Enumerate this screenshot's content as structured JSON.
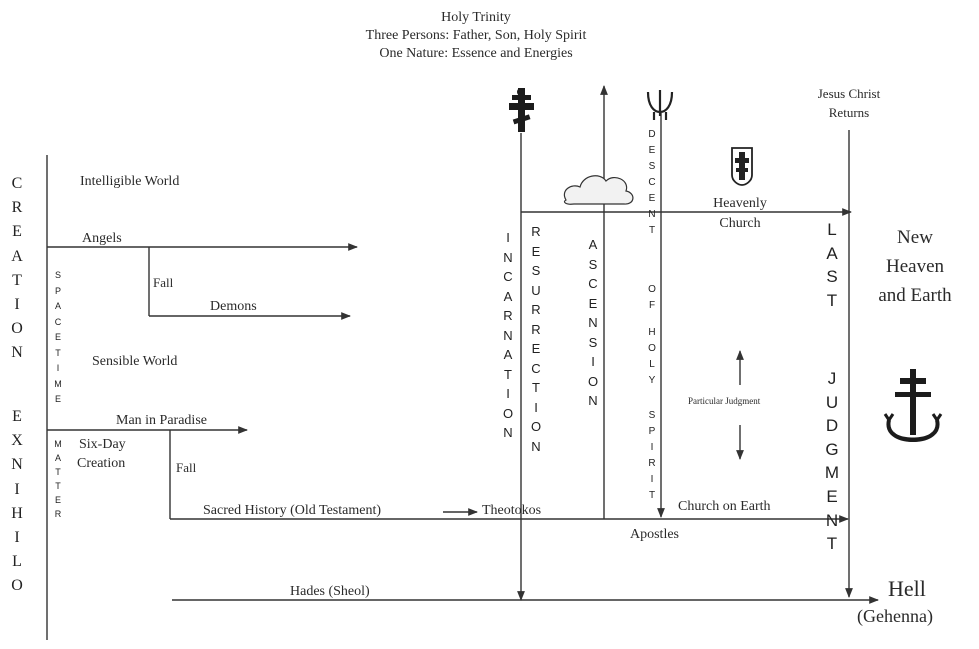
{
  "header": {
    "line1": "Holy Trinity",
    "line2": "Three Persons: Father, Son, Holy Spirit",
    "line3": "One Nature: Essence and Energies"
  },
  "labels": {
    "creation": "CREATION",
    "ex_nihilo": "EXNIHILO",
    "intelligible_world": "Intelligible World",
    "angels": "Angels",
    "fall_angels": "Fall",
    "demons": "Demons",
    "space_time": "SPACETIME",
    "matter": "MATTER",
    "sensible_world": "Sensible World",
    "man_in_paradise": "Man in Paradise",
    "six_day_creation_1": "Six-Day",
    "six_day_creation_2": "Creation",
    "fall_man": "Fall",
    "sacred_history": "Sacred History (Old Testament)",
    "theotokos": "Theotokos",
    "hades": "Hades (Sheol)",
    "incarnation": "INCARNATION",
    "resurrection": "RESURRECTION",
    "ascension": "ASCENSION",
    "descent_1": "DESCENT",
    "descent_2": "OF",
    "descent_3": "HOLY",
    "descent_4": "SPIRIT",
    "heavenly_church_1": "Heavenly",
    "heavenly_church_2": "Church",
    "church_on_earth": "Church on Earth",
    "apostles": "Apostles",
    "particular_judgment": "Particular Judgment",
    "christ_returns_1": "Jesus Christ",
    "christ_returns_2": "Returns",
    "last": "LAST",
    "judgment": "JUDGMENT",
    "new_heaven_1": "New",
    "new_heaven_2": "Heaven",
    "new_heaven_3": "and Earth",
    "hell": "Hell",
    "gehenna": "(Gehenna)"
  },
  "icons": [
    "orthodox-cross-icon",
    "cloud-icon",
    "dove-trident-icon",
    "cross-shield-icon",
    "anchor-cross-icon"
  ],
  "colors": {
    "ink": "#2a2a2a",
    "line": "#333333"
  }
}
